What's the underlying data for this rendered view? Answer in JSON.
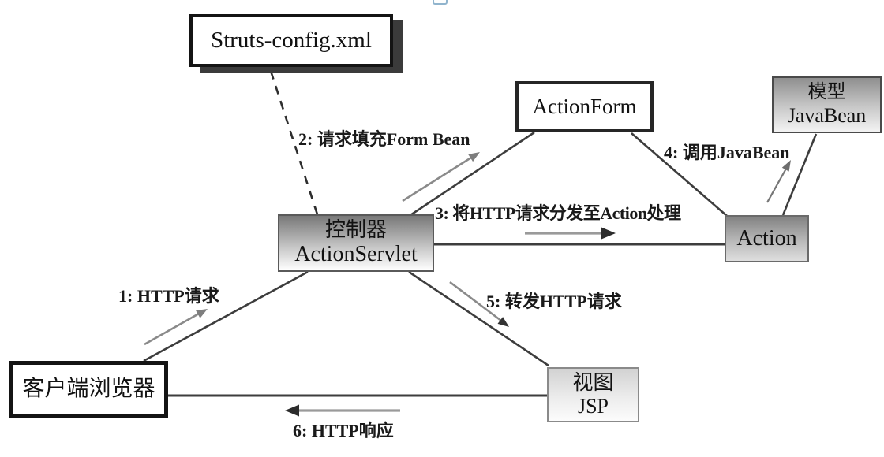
{
  "diagram": {
    "nodes": {
      "struts_config": {
        "label": "Struts-config.xml"
      },
      "action_form": {
        "label": "ActionForm"
      },
      "model_javabean": {
        "line1": "模型",
        "line2": "JavaBean"
      },
      "controller": {
        "line1": "控制器",
        "line2": "ActionServlet"
      },
      "action": {
        "label": "Action"
      },
      "client_browser": {
        "label": "客户端浏览器"
      },
      "view_jsp": {
        "line1": "视图",
        "line2": "JSP"
      }
    },
    "steps": {
      "step1": "1: HTTP请求",
      "step2": "2: 请求填充Form Bean",
      "step3": "3: 将HTTP请求分发至Action处理",
      "step4": "4: 调用JavaBean",
      "step5": "5: 转发HTTP请求",
      "step6": "6: HTTP响应"
    },
    "icons": {
      "top_edge_fragment": "blue-square-icon"
    },
    "colors": {
      "connector_line": "#3d3d3d",
      "dashed_line": "#2e2e2e",
      "arrow_stem_gray": "#8a8a8a",
      "arrow_head_dark": "#2c2c2c",
      "box_shadow": "#3b3b3b",
      "gradient_dark": "#787878",
      "gradient_light": "#ffffff",
      "fragment_icon_blue": "#90b4cd"
    }
  }
}
